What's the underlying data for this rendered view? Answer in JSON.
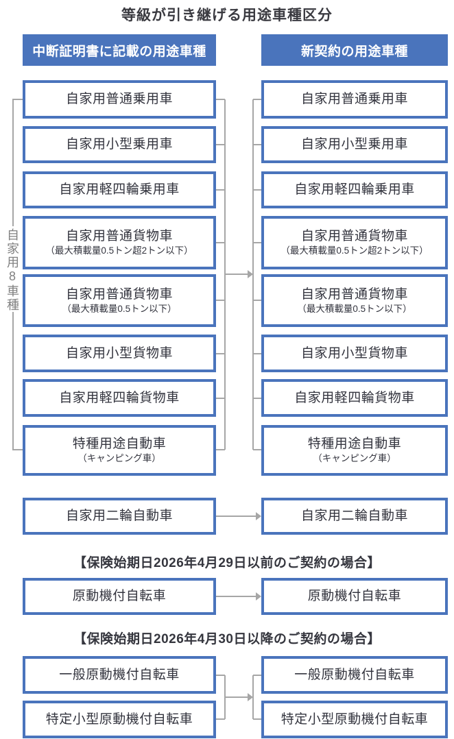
{
  "title": "等級が引き継げる用途車種区分",
  "columns": {
    "left_header": "中断証明書に記載の用途車種",
    "right_header": "新契約の用途車種"
  },
  "group_label": "自家用8車種",
  "main_group": {
    "left": [
      {
        "main": "自家用普通乗用車"
      },
      {
        "main": "自家用小型乗用車"
      },
      {
        "main": "自家用軽四輪乗用車"
      },
      {
        "main": "自家用普通貨物車",
        "sub": "（最大積載量0.5トン超2トン以下）"
      },
      {
        "main": "自家用普通貨物車",
        "sub": "（最大積載量0.5トン以下）"
      },
      {
        "main": "自家用小型貨物車"
      },
      {
        "main": "自家用軽四輪貨物車"
      },
      {
        "main": "特種用途自動車",
        "sub": "（キャンピング車）"
      }
    ],
    "right": [
      {
        "main": "自家用普通乗用車"
      },
      {
        "main": "自家用小型乗用車"
      },
      {
        "main": "自家用軽四輪乗用車"
      },
      {
        "main": "自家用普通貨物車",
        "sub": "（最大積載量0.5トン超2トン以下）"
      },
      {
        "main": "自家用普通貨物車",
        "sub": "（最大積載量0.5トン以下）"
      },
      {
        "main": "自家用小型貨物車"
      },
      {
        "main": "自家用軽四輪貨物車"
      },
      {
        "main": "特種用途自動車",
        "sub": "（キャンピング車）"
      }
    ]
  },
  "motorcycle_row": {
    "left": "自家用二輪自動車",
    "right": "自家用二輪自動車"
  },
  "sections": [
    {
      "heading": "【保険始期日2026年4月29日以前のご契約の場合】",
      "left": [
        "原動機付自転車"
      ],
      "right": [
        "原動機付自転車"
      ]
    },
    {
      "heading": "【保険始期日2026年4月30日以降のご契約の場合】",
      "left": [
        "一般原動機付自転車",
        "特定小型原動機付自転車"
      ],
      "right": [
        "一般原動機付自転車",
        "特定小型原動機付自転車"
      ]
    }
  ],
  "colors": {
    "accent_blue": "#4a74bc",
    "box_text": "#33343e",
    "header_text": "#ffffff",
    "connector_gray": "#a6a6a6",
    "group_label_gray": "#808080",
    "background": "#ffffff"
  }
}
